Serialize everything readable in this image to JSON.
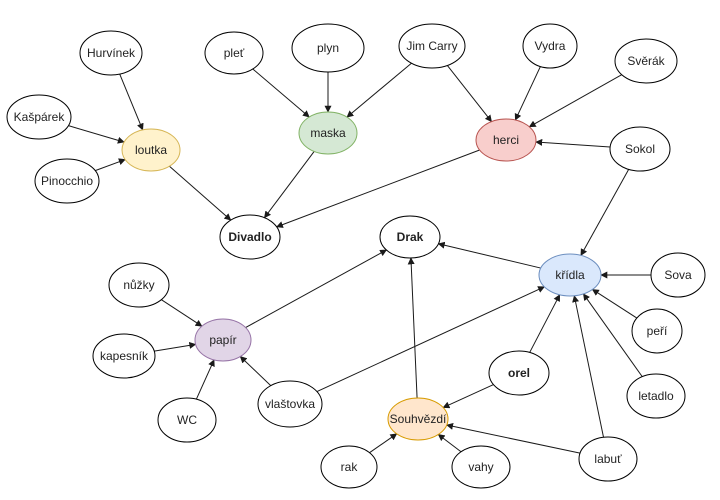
{
  "colors": {
    "default_fill": "#ffffff",
    "stroke": "#000000",
    "edge": "#1a1a1a",
    "yellow": "#fff2cc",
    "yellow_stroke": "#d6b656",
    "green": "#d5e8d4",
    "green_stroke": "#82b366",
    "red": "#f8cecc",
    "red_stroke": "#b85450",
    "blue": "#dae8fc",
    "blue_stroke": "#6c8ebf",
    "purple": "#e1d5e7",
    "purple_stroke": "#9673a6",
    "orange": "#ffe6cc",
    "orange_stroke": "#d79b00"
  },
  "nodes": [
    {
      "id": "hurvinek",
      "label": "Hurvínek"
    },
    {
      "id": "kasparek",
      "label": "Kašpárek"
    },
    {
      "id": "pinocchio",
      "label": "Pinocchio"
    },
    {
      "id": "loutka",
      "label": "loutka",
      "color": "yellow"
    },
    {
      "id": "plet",
      "label": "pleť"
    },
    {
      "id": "plyn",
      "label": "plyn"
    },
    {
      "id": "maska",
      "label": "maska",
      "color": "green"
    },
    {
      "id": "jimcarry",
      "label": "Jim Carry"
    },
    {
      "id": "vydra",
      "label": "Vydra"
    },
    {
      "id": "sverak",
      "label": "Svěrák"
    },
    {
      "id": "herci",
      "label": "herci",
      "color": "red"
    },
    {
      "id": "sokol",
      "label": "Sokol"
    },
    {
      "id": "divadlo",
      "label": "Divadlo",
      "bold": true
    },
    {
      "id": "drak",
      "label": "Drak",
      "bold": true
    },
    {
      "id": "kridla",
      "label": "křídla",
      "color": "blue"
    },
    {
      "id": "sova",
      "label": "Sova"
    },
    {
      "id": "peri",
      "label": "peří"
    },
    {
      "id": "letadlo",
      "label": "letadlo"
    },
    {
      "id": "nuzky",
      "label": "nůžky"
    },
    {
      "id": "papir",
      "label": "papír",
      "color": "purple"
    },
    {
      "id": "kapesnik",
      "label": "kapesník"
    },
    {
      "id": "wc",
      "label": "WC"
    },
    {
      "id": "vlastovka",
      "label": "vlaštovka"
    },
    {
      "id": "orel",
      "label": "orel",
      "bold": true
    },
    {
      "id": "souhvezdi",
      "label": "Souhvězdí",
      "color": "orange"
    },
    {
      "id": "rak",
      "label": "rak"
    },
    {
      "id": "vahy",
      "label": "vahy"
    },
    {
      "id": "labut",
      "label": "labuť"
    }
  ],
  "edges": [
    [
      "hurvinek",
      "loutka"
    ],
    [
      "kasparek",
      "loutka"
    ],
    [
      "pinocchio",
      "loutka"
    ],
    [
      "loutka",
      "divadlo"
    ],
    [
      "plet",
      "maska"
    ],
    [
      "plyn",
      "maska"
    ],
    [
      "jimcarry",
      "maska"
    ],
    [
      "jimcarry",
      "herci"
    ],
    [
      "vydra",
      "herci"
    ],
    [
      "sverak",
      "herci"
    ],
    [
      "sokol",
      "herci"
    ],
    [
      "maska",
      "divadlo"
    ],
    [
      "herci",
      "divadlo"
    ],
    [
      "sokol",
      "kridla"
    ],
    [
      "sova",
      "kridla"
    ],
    [
      "peri",
      "kridla"
    ],
    [
      "letadlo",
      "kridla"
    ],
    [
      "labut",
      "kridla"
    ],
    [
      "orel",
      "kridla"
    ],
    [
      "kridla",
      "drak"
    ],
    [
      "vlastovka",
      "kridla"
    ],
    [
      "nuzky",
      "papir"
    ],
    [
      "kapesnik",
      "papir"
    ],
    [
      "wc",
      "papir"
    ],
    [
      "vlastovka",
      "papir"
    ],
    [
      "papir",
      "drak"
    ],
    [
      "souhvezdi",
      "drak"
    ],
    [
      "orel",
      "souhvezdi"
    ],
    [
      "labut",
      "souhvezdi"
    ],
    [
      "vahy",
      "souhvezdi"
    ],
    [
      "rak",
      "souhvezdi"
    ]
  ]
}
